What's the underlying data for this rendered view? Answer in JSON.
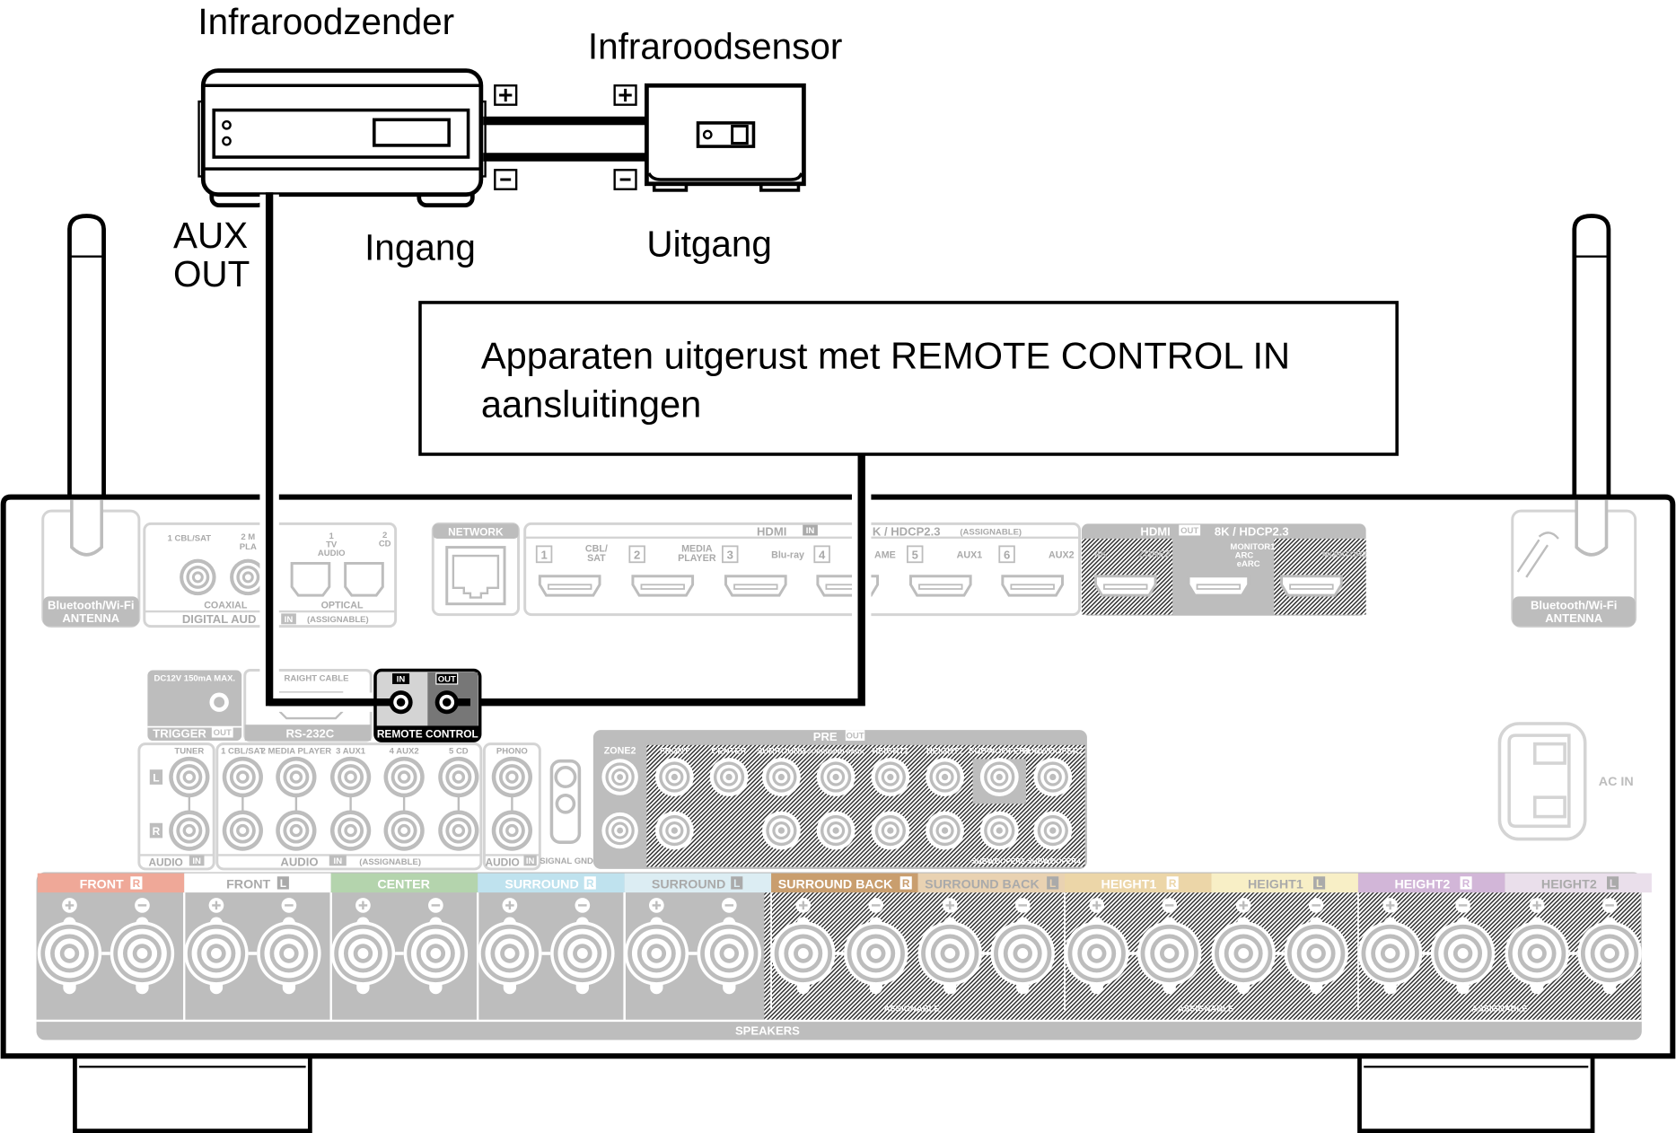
{
  "diagram": {
    "ir_emitter": "Infraroodzender",
    "ir_sensor": "Infraroodsensor",
    "aux_out": [
      "AUX",
      "OUT"
    ],
    "input": "Ingang",
    "output": "Uitgang",
    "callout": [
      "Apparaten uitgerust met REMOTE CONTROL IN",
      "aansluitingen"
    ]
  },
  "receiver": {
    "antenna_left": [
      "Bluetooth/Wi-Fi",
      "ANTENNA"
    ],
    "antenna_right": [
      "Bluetooth/Wi-Fi",
      "ANTENNA"
    ],
    "digital_audio": {
      "coax_1": "1 CBL/SAT",
      "coax_2": [
        "2 M",
        "PLA"
      ],
      "coaxial": "COAXIAL",
      "title": "DIGITAL AUD",
      "opt_1": [
        "1",
        "TV",
        "AUDIO"
      ],
      "opt_2": [
        "2",
        "CD"
      ],
      "optical": "OPTICAL",
      "in_badge": "IN",
      "assignable": "(ASSIGNABLE)"
    },
    "network": "NETWORK",
    "hdmi_in": {
      "title": "HDMI",
      "in_badge": "IN",
      "spec": "K / HDCP2.3",
      "assignable": "(ASSIGNABLE)",
      "inputs": [
        {
          "num": "1",
          "label": [
            "CBL/",
            "SAT"
          ]
        },
        {
          "num": "2",
          "label": [
            "MEDIA",
            "PLAYER"
          ]
        },
        {
          "num": "3",
          "label": [
            "Blu-ray"
          ]
        },
        {
          "num": "4",
          "label": [
            "AME"
          ]
        },
        {
          "num": "5",
          "label": [
            "AUX1"
          ]
        },
        {
          "num": "6",
          "label": [
            "AUX2"
          ]
        }
      ]
    },
    "hdmi_out": {
      "title": "HDMI",
      "out_badge": "OUT",
      "spec": "8K / HDCP2.3",
      "k4": "4K",
      "zone2": "ZONE2",
      "monitor1": [
        "MONITOR1",
        "ARC",
        "eARC"
      ],
      "monitor2": "MONITOR2"
    },
    "trigger": {
      "spec": "DC12V 150mA MAX.",
      "label": "TRIGGER",
      "out_badge": "OUT"
    },
    "rs232c": {
      "note": "RAIGHT CABLE",
      "label": "RS-232C"
    },
    "remote_control": {
      "in_badge": "IN",
      "out_badge": "OUT",
      "label": "REMOTE CONTROL"
    },
    "audio_in": {
      "tuner": "TUNER",
      "inputs": [
        "1 CBL/SAT",
        "2 MEDIA PLAYER",
        "3 AUX1",
        "4 AUX2",
        "5 CD"
      ],
      "phono": "PHONO",
      "l": "L",
      "r": "R",
      "audio": "AUDIO",
      "in_badge": "IN",
      "assignable": "(ASSIGNABLE)"
    },
    "signal_gnd": "SIGNAL GND",
    "pre_out": {
      "title": "PRE",
      "out_badge": "OUT",
      "zone2": "ZONE2",
      "channels": [
        "FRONT",
        "CENTER",
        "SURROUND",
        "SURROUND BACK",
        "HEIGHT1",
        "HEIGHT2",
        "SUBWOOFER1",
        "SUBWOOFER2"
      ],
      "sub_bottom": "SUBWOOFER3  SUBWOOFER4"
    },
    "ac_in": "AC IN",
    "speakers": {
      "title": "SPEAKERS",
      "assignable": "ASSIGNABLE",
      "channels": [
        {
          "name": "FRONT",
          "side": "R",
          "color": "#efa898"
        },
        {
          "name": "FRONT",
          "side": "L",
          "color": "#ffffff"
        },
        {
          "name": "CENTER",
          "side": "",
          "color": "#b4d4ad"
        },
        {
          "name": "SURROUND",
          "side": "R",
          "color": "#bfe2ee"
        },
        {
          "name": "SURROUND",
          "side": "L",
          "color": "#dcedf3"
        },
        {
          "name": "SURROUND BACK",
          "side": "R",
          "color": "#c99e6e"
        },
        {
          "name": "SURROUND BACK",
          "side": "L",
          "color": "#e9d2b2"
        },
        {
          "name": "HEIGHT1",
          "side": "R",
          "color": "#ecd6a8"
        },
        {
          "name": "HEIGHT1",
          "side": "L",
          "color": "#f8efc6"
        },
        {
          "name": "HEIGHT2",
          "side": "R",
          "color": "#d2b6d8"
        },
        {
          "name": "HEIGHT2",
          "side": "L",
          "color": "#eadfeb"
        }
      ]
    }
  }
}
